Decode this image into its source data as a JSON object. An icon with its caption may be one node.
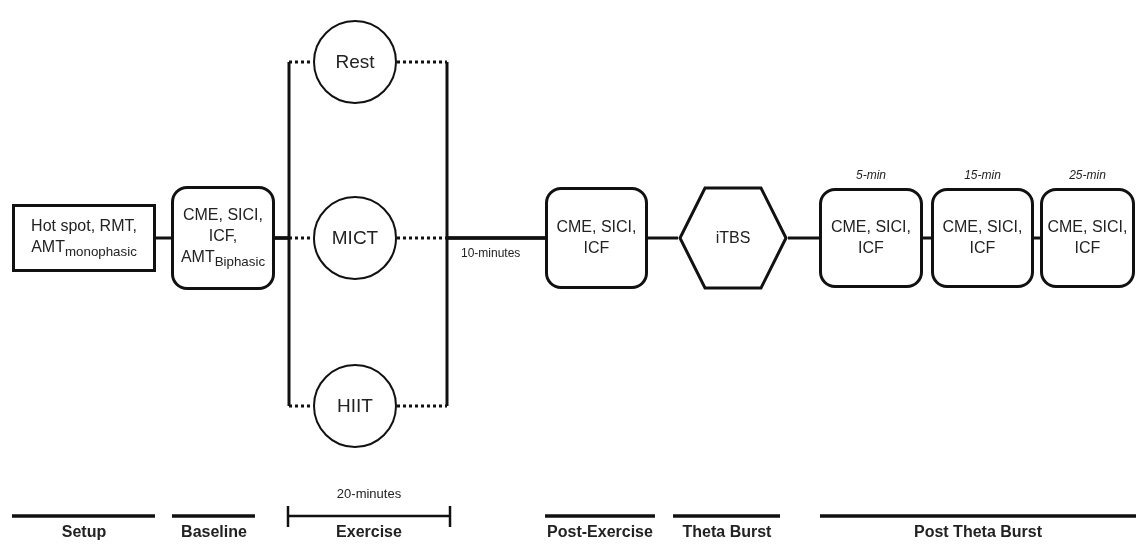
{
  "diagram": {
    "nodes": [
      {
        "text": [
          "Hot spot, RMT, AMT$_{monophasic}$"
        ]
      },
      {
        "text": [
          "CME, SICI, ICF, AMT$_{Biphasic}$"
        ]
      },
      {
        "text": [
          "Rest"
        ]
      },
      {
        "text": [
          "MICT"
        ]
      },
      {
        "text": [
          "HIIT"
        ]
      },
      {
        "text": [
          "CME, SICI, ICF"
        ]
      },
      {
        "text": [
          "iTBS"
        ]
      },
      {
        "text": [
          "CME, SICI, ICF"
        ],
        "beside": [
          "5-min"
        ]
      },
      {
        "text": [
          "CME, SICI, ICF"
        ],
        "beside": [
          "15-min"
        ]
      },
      {
        "text": [
          "CME, SICI, ICF"
        ],
        "beside": [
          "25-min"
        ]
      }
    ],
    "edges": [
      {
        "from": 0,
        "to": 1,
        "arrow": "none"
      },
      {
        "from": 1,
        "to": 2,
        "arrow": "none",
        "style": "dashed"
      },
      {
        "from": 1,
        "to": 3,
        "arrow": "none",
        "style": "dashed"
      },
      {
        "from": 1,
        "to": 4,
        "arrow": "none",
        "style": "dashed"
      },
      {
        "from": 2,
        "to": 5,
        "arrow": "none",
        "style": "dashed"
      },
      {
        "from": 3,
        "to": 5,
        "arrow": "none",
        "style": "dashed",
        "label": "10-minutes"
      },
      {
        "from": 4,
        "to": 5,
        "arrow": "none",
        "style": "dashed"
      },
      {
        "from": 5,
        "to": 6,
        "arrow": "none"
      },
      {
        "from": 6,
        "to": 7,
        "arrow": "none"
      },
      {
        "from": 7,
        "to": 8,
        "arrow": "none"
      },
      {
        "from": 8,
        "to": 9,
        "arrow": "none"
      }
    ],
    "labels": [
      "Setup",
      "Baseline",
      "20-minutes",
      "Exercise",
      "Post-Exercise",
      "Theta Burst",
      "Post Theta Burst"
    ]
  }
}
